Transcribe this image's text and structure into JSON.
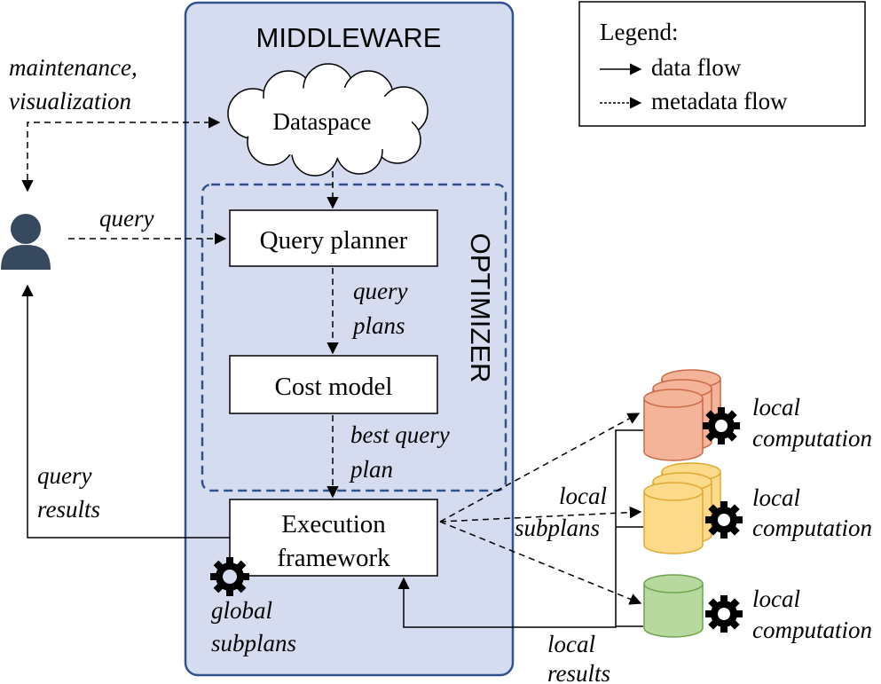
{
  "middleware": {
    "title": "MIDDLEWARE"
  },
  "optimizer": {
    "title": "OPTIMIZER"
  },
  "legend": {
    "title": "Legend:",
    "data_flow": "data flow",
    "metadata_flow": "metadata flow"
  },
  "nodes": {
    "dataspace": "Dataspace",
    "query_planner": "Query planner",
    "cost_model": "Cost model",
    "execution_line1": "Execution",
    "execution_line2": "framework"
  },
  "labels": {
    "maintenance": "maintenance,",
    "visualization": "visualization",
    "query": "query",
    "query_plans_1": "query",
    "query_plans_2": "plans",
    "best_plan_1": "best query",
    "best_plan_2": "plan",
    "query_results_1": "query",
    "query_results_2": "results",
    "global_subplans_1": "global",
    "global_subplans_2": "subplans",
    "local_subplans_1": "local",
    "local_subplans_2": "subplans",
    "local_results_1": "local",
    "local_results_2": "results"
  },
  "local_nodes": [
    {
      "label1": "local",
      "label2": "computation"
    },
    {
      "label1": "local",
      "label2": "computation"
    },
    {
      "label1": "local",
      "label2": "computation"
    }
  ],
  "colors": {
    "middleware_fill": "#d6dcf0",
    "middleware_stroke": "#2f528f",
    "optimizer_stroke": "#2f528f",
    "user": "#36495f",
    "db_orange": "#f4b49a",
    "db_yellow": "#fdd98a",
    "db_green": "#b7d89f"
  }
}
